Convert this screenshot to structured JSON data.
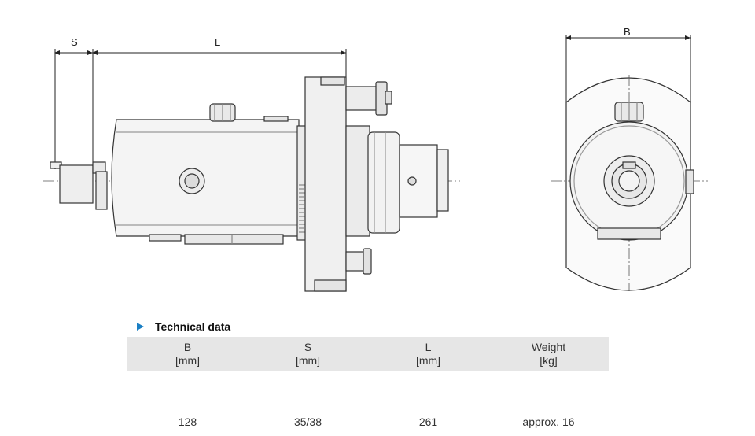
{
  "drawing": {
    "dim_s": "S",
    "dim_l": "L",
    "dim_b": "B"
  },
  "section": {
    "title": "Technical data"
  },
  "table": {
    "headers": [
      {
        "name": "B",
        "unit": "[mm]"
      },
      {
        "name": "S",
        "unit": "[mm]"
      },
      {
        "name": "L",
        "unit": "[mm]"
      },
      {
        "name": "Weight",
        "unit": "[kg]"
      }
    ],
    "values": [
      "128",
      "35/38",
      "261",
      "approx. 16"
    ]
  },
  "colors": {
    "accent": "#1a7fc4",
    "header_bg": "#e6e6e6"
  }
}
